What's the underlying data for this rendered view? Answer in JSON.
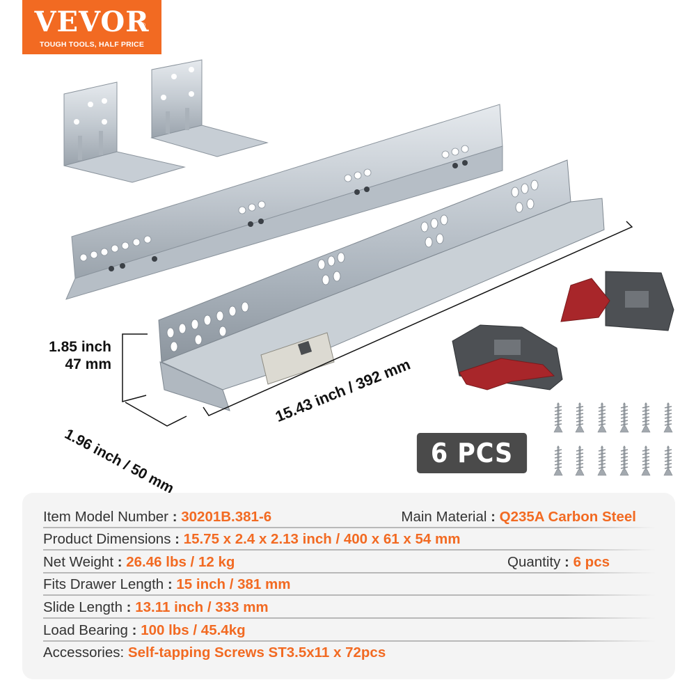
{
  "brand": {
    "name": "VEVOR",
    "registered": "®",
    "tagline": "TOUGH TOOLS, HALF PRICE",
    "color": "#f26a22"
  },
  "product_image": {
    "description": "Undermount drawer slides with rear brackets, locking devices and screws",
    "dimensions": {
      "height": [
        "1.85 inch",
        "47 mm"
      ],
      "width": "1.96 inch / 50 mm",
      "length": "15.43 inch / 392 mm"
    },
    "badge": "6 PCS",
    "screw_count_shown": 12,
    "icons": [
      "drawer-slide-icon",
      "rear-bracket-icon",
      "locking-device-icon",
      "screw-icon"
    ]
  },
  "specs": {
    "accent_color": "#f26a22",
    "rows": [
      {
        "label": "Item Model Number",
        "value": "30201B.381-6",
        "right_label": "Main Material",
        "right_value": "Q235A Carbon Steel"
      },
      {
        "label": "Product Dimensions",
        "value": "15.75 x 2.4 x 2.13 inch / 400 x 61 x 54 mm"
      },
      {
        "label": "Net Weight",
        "value": "26.46 lbs / 12 kg",
        "right_label": "Quantity",
        "right_value": "6 pcs"
      },
      {
        "label": "Fits Drawer Length",
        "value": "15 inch / 381 mm"
      },
      {
        "label": "Slide Length",
        "value": "13.11 inch / 333 mm"
      },
      {
        "label": "Load Bearing",
        "value": "100 lbs / 45.4kg"
      },
      {
        "label": "Accessories",
        "value": "Self-tapping Screws ST3.5x11 x 72pcs"
      }
    ],
    "separator": " : ",
    "accessories_separator": ": "
  }
}
